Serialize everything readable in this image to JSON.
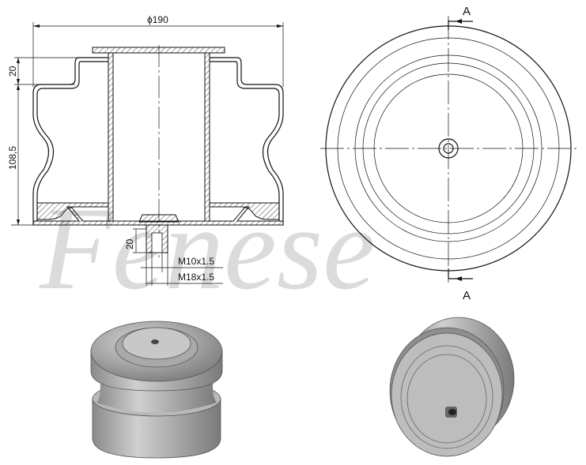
{
  "drawing": {
    "section_view": {
      "diameter_label": "ϕ190",
      "top_step_height": "20",
      "body_height": "108,5",
      "stud_length": "20",
      "thread_inner": "M10x1.5",
      "thread_outer": "M18x1.5"
    },
    "top_view": {
      "section_mark_top": "A",
      "section_mark_bottom": "A"
    },
    "watermark": "Fenese"
  }
}
